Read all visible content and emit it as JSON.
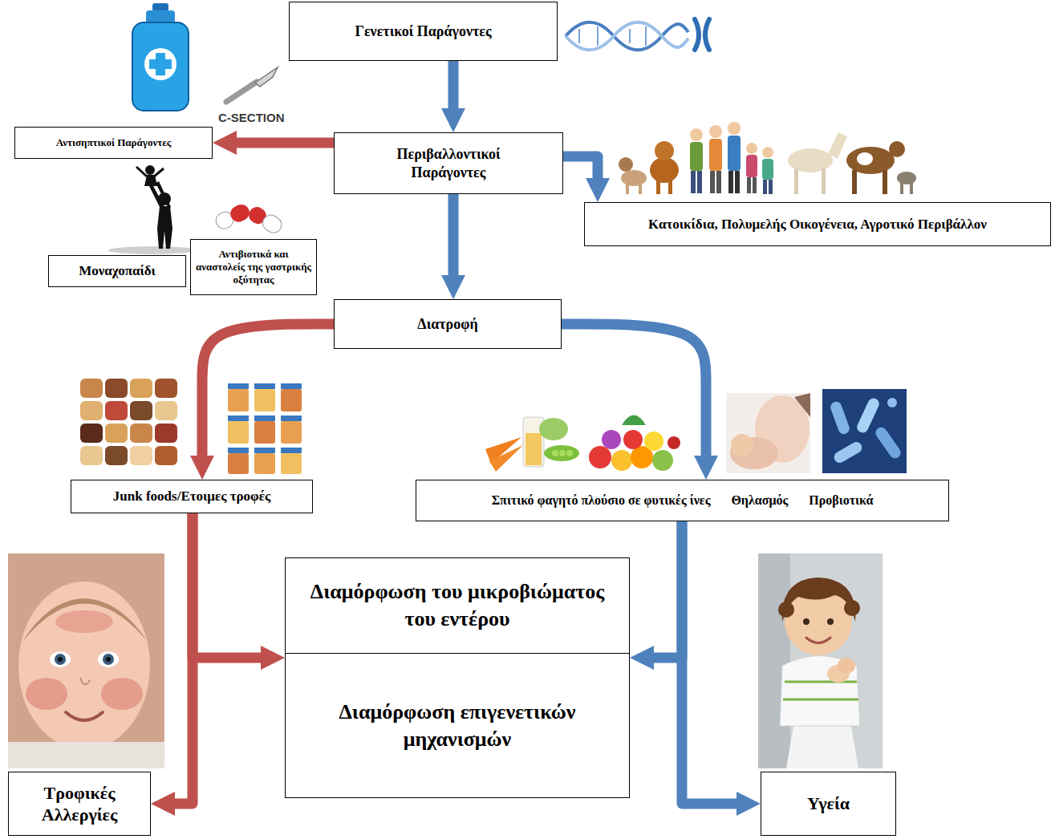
{
  "diagram": {
    "nodes": [
      {
        "text": [
          "Γενετικοί Παράγοντες"
        ]
      },
      {
        "text": [
          "Περιβαλλοντικοί Παράγοντες"
        ]
      },
      {
        "text": [
          "Αντισηπτικοί Παράγοντες"
        ]
      },
      {
        "text": [
          "Κατοικίδια, Πολυμελής Οικογένεια, Αγροτικό Περιβάλλον"
        ]
      },
      {
        "text": [
          "Μοναχοπαίδι"
        ]
      },
      {
        "text": [
          "Αντιβιοτικά και αναστολείς της γαστρικής οξύτητας"
        ]
      },
      {
        "text": [
          "Διατροφή"
        ]
      },
      {
        "text": [
          "Junk foods/Ετοιμες τροφές"
        ]
      },
      {
        "text": [
          "Σπιτικό φαγητό πλούσιο σε φυτικές ίνες",
          "Θηλασμός",
          "Προβιοτικά"
        ]
      },
      {
        "text": [
          "Διαμόρφωση του μικροβιώματος του εντέρου",
          "Διαμόρφωση επιγενετικών μηχανισμών"
        ]
      },
      {
        "text": [
          "Τροφικές Αλλεργίες"
        ]
      },
      {
        "text": [
          "Υγεία"
        ]
      }
    ],
    "edges": [
      {
        "from": 0,
        "to": 1,
        "arrow": "to"
      },
      {
        "from": 1,
        "to": 2,
        "arrow": "to"
      },
      {
        "from": 1,
        "to": 3,
        "arrow": "to"
      },
      {
        "from": 1,
        "to": 6,
        "arrow": "to"
      },
      {
        "from": 6,
        "to": 7,
        "arrow": "to"
      },
      {
        "from": 6,
        "to": 8,
        "arrow": "to"
      },
      {
        "from": 7,
        "to": 10,
        "arrow": "to"
      },
      {
        "from": 7,
        "to": 9,
        "arrow": "to"
      },
      {
        "from": 8,
        "to": 11,
        "arrow": "to"
      },
      {
        "from": 8,
        "to": 9,
        "arrow": "to"
      }
    ],
    "labels": [
      "C-SECTION"
    ]
  }
}
